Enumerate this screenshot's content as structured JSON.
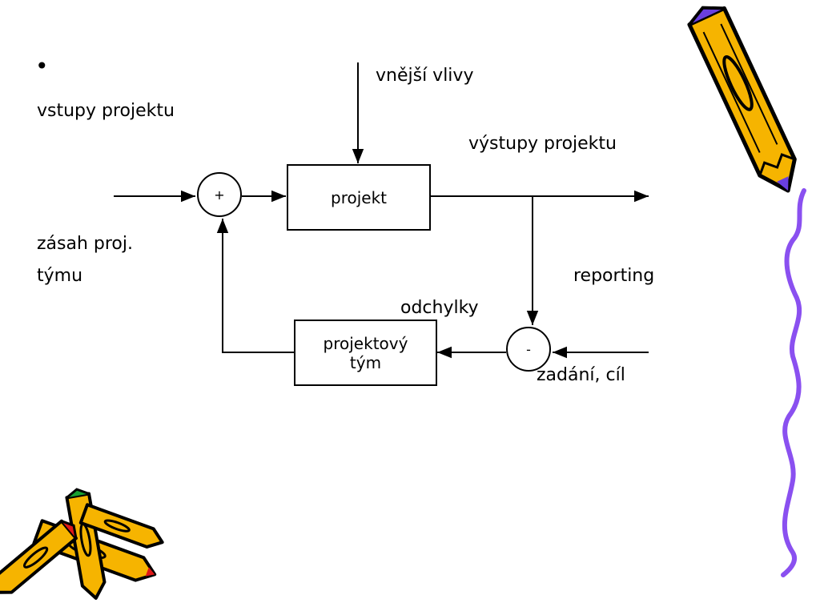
{
  "slide": {
    "bullet": "•",
    "labels": {
      "inputs": "vstupy projektu",
      "external": "vnější vlivy",
      "outputs": "výstupy projektu",
      "intervention_line1": "zásah proj.",
      "intervention_line2": "týmu",
      "reporting": "reporting",
      "deviations": "odchylky",
      "target": "zadání, cíl"
    },
    "blocks": {
      "project": "projekt",
      "team_line1": "projektový",
      "team_line2": "tým"
    },
    "junctions": {
      "sum_sign": "+",
      "compare_sign": "-"
    }
  },
  "colors": {
    "pencil_body": "#f6b400",
    "pencil_outline": "#000000",
    "pencil_tip_blue": "#6a3fe0",
    "pencil_tip_red": "#e01818",
    "pencil_tip_green": "#18a030",
    "squiggle": "#8a50f0"
  },
  "icons": [
    "pencil-icon",
    "crossed-pencils-icon",
    "squiggle-line"
  ]
}
